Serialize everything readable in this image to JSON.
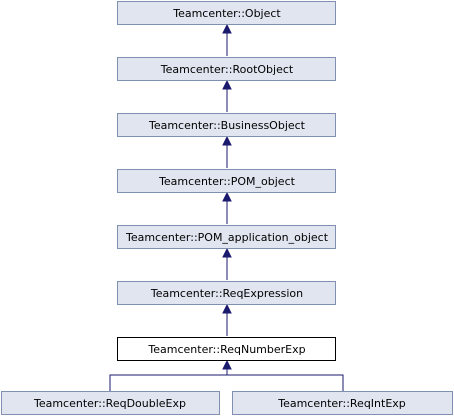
{
  "nodes": {
    "object": "Teamcenter::Object",
    "root_object": "Teamcenter::RootObject",
    "business_object": "Teamcenter::BusinessObject",
    "pom_object": "Teamcenter::POM_object",
    "pom_application_object": "Teamcenter::POM_application_object",
    "req_expression": "Teamcenter::ReqExpression",
    "req_number_exp": "Teamcenter::ReqNumberExp",
    "req_double_exp": "Teamcenter::ReqDoubleExp",
    "req_int_exp": "Teamcenter::ReqIntExp"
  },
  "current_node": "req_number_exp",
  "colors": {
    "node_fill": "#e0e5f0",
    "node_border": "#8090b0",
    "current_fill": "#ffffff",
    "current_border": "#000000",
    "edge": "#1a1a6e"
  }
}
